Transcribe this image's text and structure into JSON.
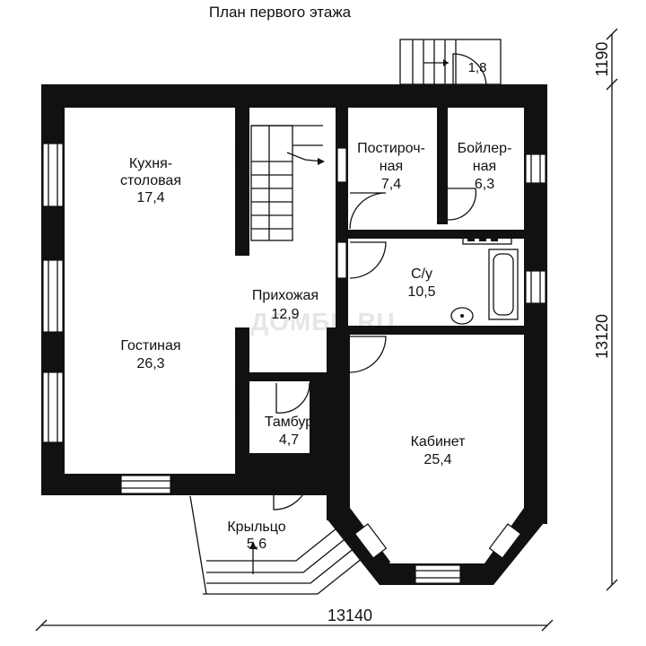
{
  "title": "План первого этажа",
  "watermark": "ДОМБИ.RU",
  "rooms": [
    {
      "id": "kitchen",
      "name_line1": "Кухня-",
      "name_line2": "столовая",
      "area": "17,4"
    },
    {
      "id": "living",
      "name": "Гостиная",
      "area": "26,3"
    },
    {
      "id": "hall",
      "name": "Прихожая",
      "area": "12,9"
    },
    {
      "id": "laundry",
      "name_line1": "Постироч-",
      "name_line2": "ная",
      "area": "7,4"
    },
    {
      "id": "boiler",
      "name_line1": "Бойлер-",
      "name_line2": "ная",
      "area": "6,3"
    },
    {
      "id": "bathroom",
      "name": "С/у",
      "area": "10,5"
    },
    {
      "id": "vestibule",
      "name": "Тамбур",
      "area": "4,7"
    },
    {
      "id": "study",
      "name": "Кабинет",
      "area": "25,4"
    },
    {
      "id": "porch",
      "name": "Крыльцо",
      "area": "5,6"
    }
  ],
  "back_porch_area": "1,8",
  "dimensions": {
    "width": "13140",
    "height": "13120",
    "top_offset": "1190"
  }
}
